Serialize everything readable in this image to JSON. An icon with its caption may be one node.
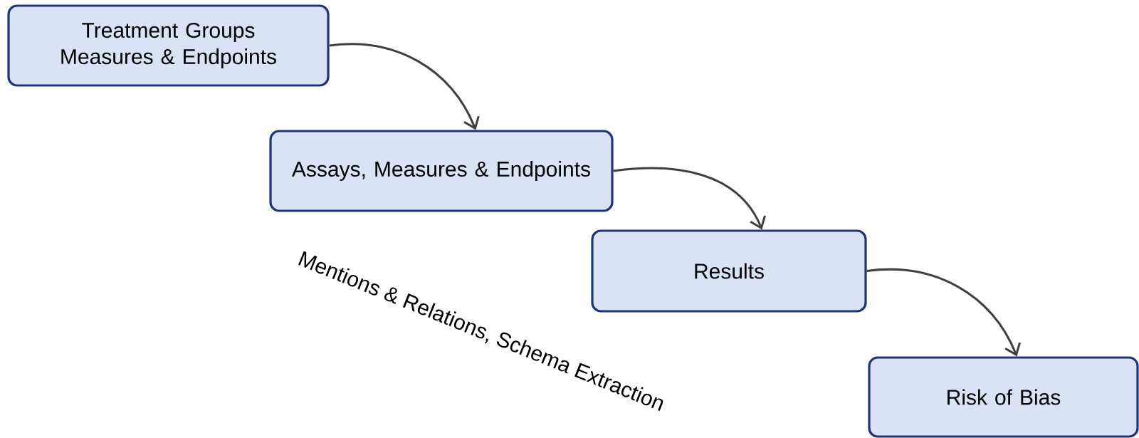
{
  "diagram": {
    "nodes": [
      {
        "text": [
          "Treatment Groups Measures & Endpoints"
        ]
      },
      {
        "text": [
          "Assays, Measures & Endpoints"
        ]
      },
      {
        "text": [
          "Results"
        ]
      },
      {
        "text": [
          "Risk of Bias"
        ]
      }
    ],
    "edges": [
      {
        "from": 0,
        "to": 1,
        "arrow": "to"
      },
      {
        "from": 1,
        "to": 2,
        "arrow": "to"
      },
      {
        "from": 2,
        "to": 3,
        "arrow": "to"
      }
    ],
    "labels": [
      "Mentions & Relations, Schema Extraction"
    ]
  }
}
